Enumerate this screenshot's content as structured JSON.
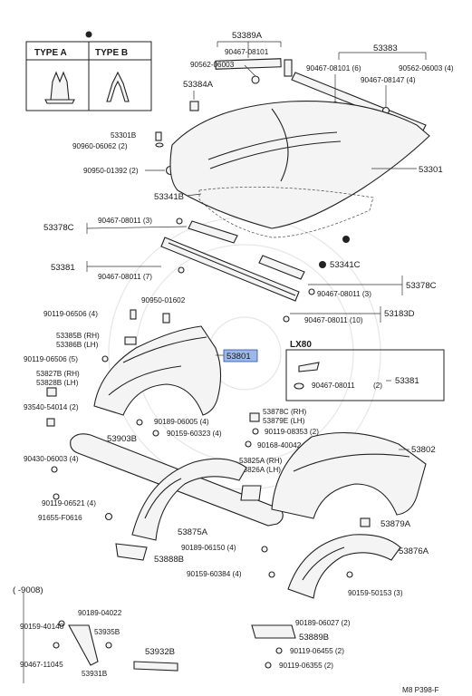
{
  "legend": {
    "type_a": "TYPE  A",
    "type_b": "TYPE  B"
  },
  "lx80_box": {
    "title": "LX80",
    "part_clip": "90467-08011",
    "part_clip_qty": "(2)",
    "part_trim": "53381"
  },
  "inset": {
    "bracket": "(      -9008)",
    "items": {
      "p90189_04022": "90189-04022",
      "p90159_40148": "90159-40148",
      "p53935B": "53935B",
      "p53932B": "53932B",
      "p90467_11045": "90467-11045",
      "p53931B": "53931B"
    }
  },
  "labels": {
    "p53389A": "53389A",
    "p90467_08101_a": "90467-08101",
    "p90562_06003_a": "90562-06003",
    "p53383": "53383",
    "p90467_08101_b": "90467-08101 (6)",
    "p90562_06003_b": "90562-06003 (4)",
    "p90467_08147": "90467-08147 (4)",
    "p53384A": "53384A",
    "p53301B": "53301B",
    "p90960_06062": "90960-06062 (2)",
    "p90950_01392": "90950-01392 (2)",
    "p53301": "53301",
    "p53341B": "53341B",
    "p53378C_a": "53378C",
    "p90467_08011_3a": "90467-08011 (3)",
    "p53341C": "53341C",
    "p53381": "53381",
    "p90467_08011_7": "90467-08011 (7)",
    "p53378C_b": "53378C",
    "p90467_08011_3b": "90467-08011 (3)",
    "p90950_01602": "90950-01602",
    "p53183D": "53183D",
    "p90119_06506": "90119-06506 (4)",
    "p90467_08011_10": "90467-08011 (10)",
    "p53385B": "53385B (RH)",
    "p53386B": "53386B (LH)",
    "p53801": "53801",
    "p90119_06506_5": "90119-06506 (5)",
    "p53827B": "53827B (RH)",
    "p53828B": "53828B (LH)",
    "p93540_54014": "93540-54014 (2)",
    "p90189_06005": "90189-06005 (4)",
    "p53878C": "53878C (RH)",
    "p53879E": "53879E (LH)",
    "p90159_60323": "90159-60323 (4)",
    "p90119_08353": "90119-08353 (2)",
    "p53903B": "53903B",
    "p90168_40042": "90168-40042 (2)",
    "p53802": "53802",
    "p90430_06003": "90430-06003 (4)",
    "p53825A": "53825A (RH)",
    "p53826A": "53826A (LH)",
    "p90119_06521": "90119-06521 (4)",
    "p91655_F0616": "91655-F0616",
    "p53879A": "53879A",
    "p53875A": "53875A",
    "p90189_06150": "90189-06150 (4)",
    "p53876A": "53876A",
    "p53888B": "53888B",
    "p90159_60384": "90159-60384 (4)",
    "p90159_50153": "90159-50153 (3)",
    "p90189_06027": "90189-06027 (2)",
    "p53889B": "53889B",
    "p90119_06455": "90119-06455 (2)",
    "p90119_06355": "90119-06355 (2)",
    "page_ref": "M8  P398-F"
  }
}
